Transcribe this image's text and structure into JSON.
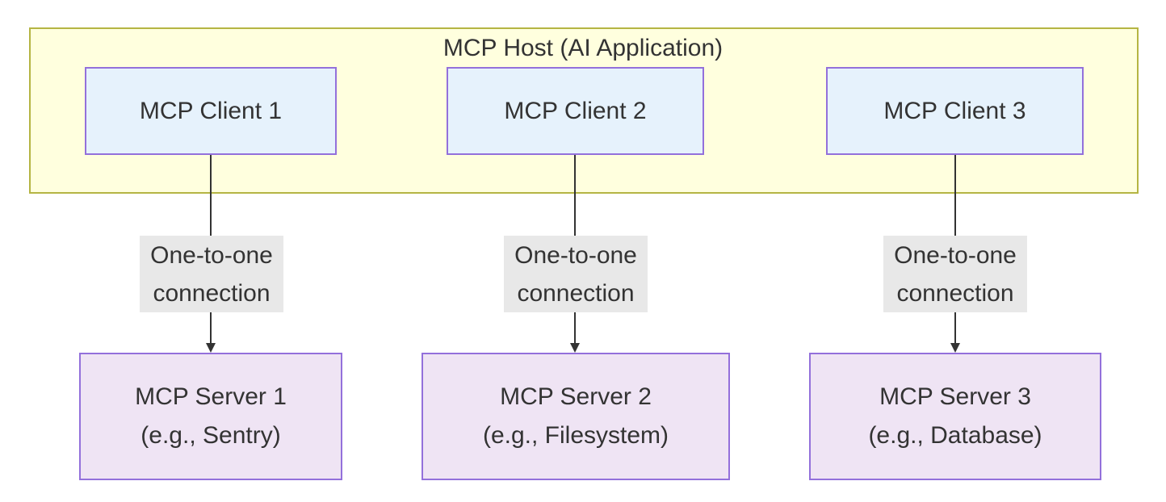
{
  "host": {
    "title": "MCP Host (AI Application)"
  },
  "clients": [
    {
      "label": "MCP Client 1"
    },
    {
      "label": "MCP Client 2"
    },
    {
      "label": "MCP Client 3"
    }
  ],
  "edges": [
    {
      "line1": "One-to-one",
      "line2": "connection"
    },
    {
      "line1": "One-to-one",
      "line2": "connection"
    },
    {
      "line1": "One-to-one",
      "line2": "connection"
    }
  ],
  "servers": [
    {
      "name": "MCP Server 1",
      "example": "(e.g., Sentry)"
    },
    {
      "name": "MCP Server 2",
      "example": "(e.g., Filesystem)"
    },
    {
      "name": "MCP Server 3",
      "example": "(e.g., Database)"
    }
  ]
}
